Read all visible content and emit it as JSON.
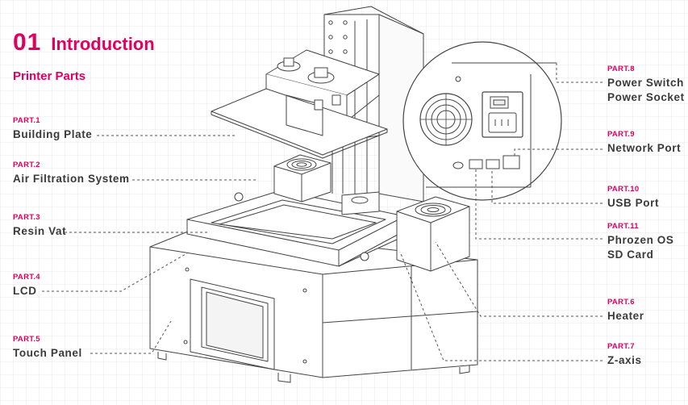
{
  "header": {
    "number": "01",
    "title": "Introduction",
    "subtitle": "Printer Parts"
  },
  "parts": {
    "p1": {
      "tag": "PART.1",
      "line1": "Building Plate"
    },
    "p2": {
      "tag": "PART.2",
      "line1": "Air Filtration System"
    },
    "p3": {
      "tag": "PART.3",
      "line1": "Resin Vat"
    },
    "p4": {
      "tag": "PART.4",
      "line1": "LCD"
    },
    "p5": {
      "tag": "PART.5",
      "line1": "Touch Panel"
    },
    "p6": {
      "tag": "PART.6",
      "line1": "Heater"
    },
    "p7": {
      "tag": "PART.7",
      "line1": "Z-axis"
    },
    "p8": {
      "tag": "PART.8",
      "line1": "Power Switch",
      "line2": "Power Socket"
    },
    "p9": {
      "tag": "PART.9",
      "line1": "Network Port"
    },
    "p10": {
      "tag": "PART.10",
      "line1": "USB Port"
    },
    "p11": {
      "tag": "PART.11",
      "line1": "Phrozen OS",
      "line2": "SD Card"
    }
  },
  "colors": {
    "accent": "#e0005f",
    "label": "#3a3a3a",
    "line": "#555555"
  }
}
